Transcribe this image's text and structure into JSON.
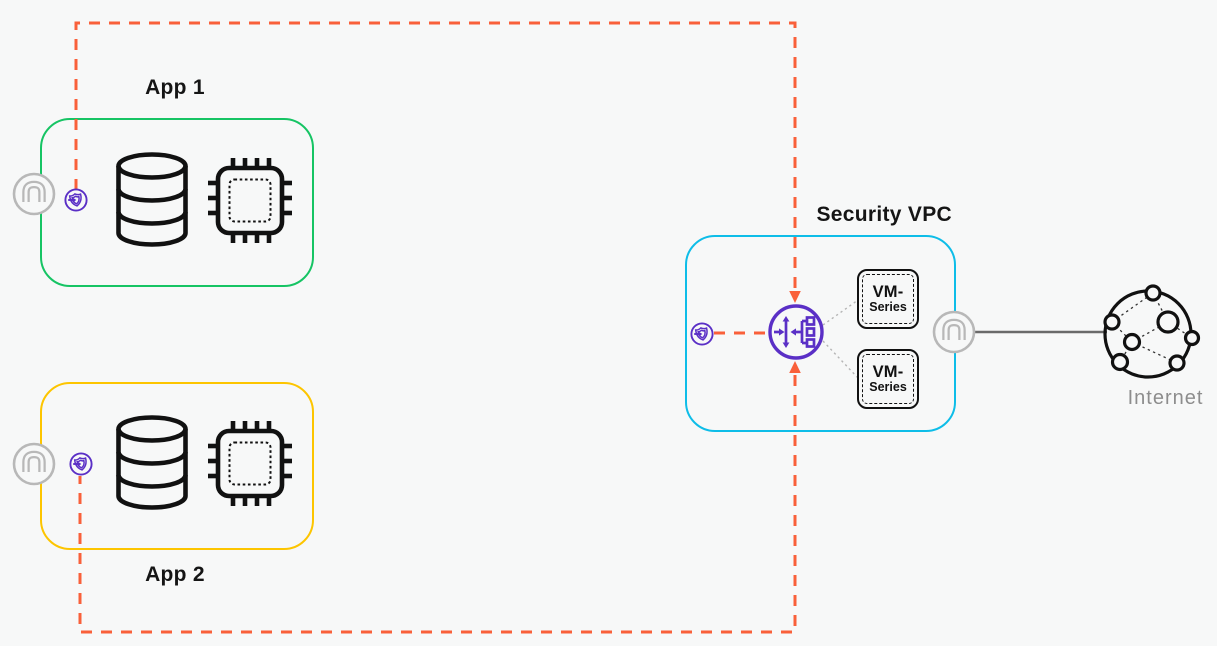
{
  "diagram": {
    "app1": {
      "label": "App 1"
    },
    "app2": {
      "label": "App 2"
    },
    "security_vpc": {
      "label": "Security VPC",
      "vm_series": [
        {
          "line1": "VM-",
          "line2": "Series"
        },
        {
          "line1": "VM-",
          "line2": "Series"
        }
      ]
    },
    "internet": {
      "label": "Internet"
    },
    "icons": {
      "gateway": "subnet-gateway-icon",
      "endpoint": "gwlb-endpoint-icon",
      "load_balancer": "gateway-load-balancer-icon",
      "database": "database-icon",
      "compute": "compute-chip-icon",
      "internet": "internet-globe-icon"
    },
    "colors": {
      "background": "#f7f8f8",
      "app1_border": "#16c464",
      "app2_border": "#fdc500",
      "security_vpc_border": "#0ebde8",
      "traffic_dashed": "#f9603a",
      "endpoint_purple": "#5a2fc6",
      "gateway_gray": "#b8b8b8",
      "internet_line": "#6a6a6a",
      "label_dark": "#151515",
      "internet_label": "#8d8d8d"
    }
  }
}
